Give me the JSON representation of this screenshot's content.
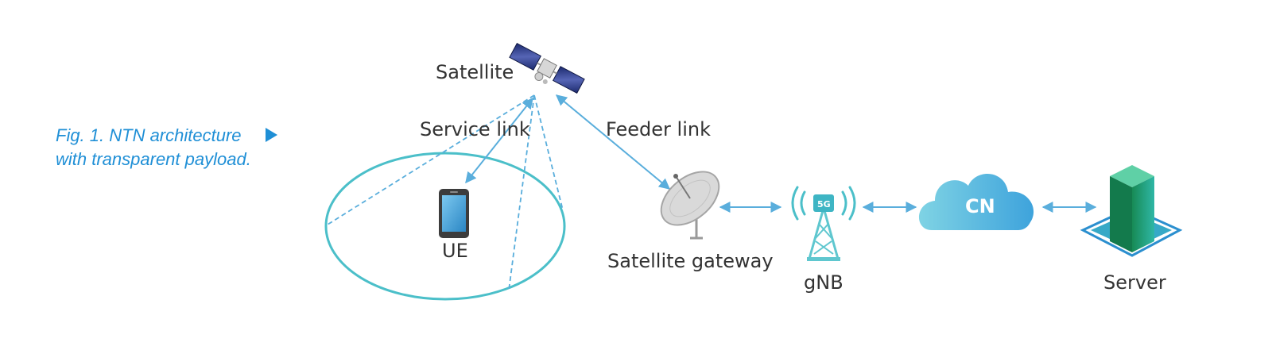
{
  "caption": {
    "line1": "Fig. 1. NTN architecture",
    "line2": "with transparent payload."
  },
  "labels": {
    "satellite": "Satellite",
    "service_link": "Service link",
    "feeder_link": "Feeder link",
    "ue": "UE",
    "satellite_gateway": "Satellite gateway",
    "gnb": "gNB",
    "cn": "CN",
    "server": "Server",
    "badge_5g": "5G"
  },
  "colors": {
    "accent": "#1f8fd6",
    "link": "#5aaedc",
    "coverage": "#4bbfc9",
    "text": "#333333"
  },
  "icons": [
    "satellite-icon",
    "smartphone-icon",
    "satellite-dish-icon",
    "cell-tower-icon",
    "cloud-icon",
    "server-icon",
    "triangle-right-icon"
  ]
}
